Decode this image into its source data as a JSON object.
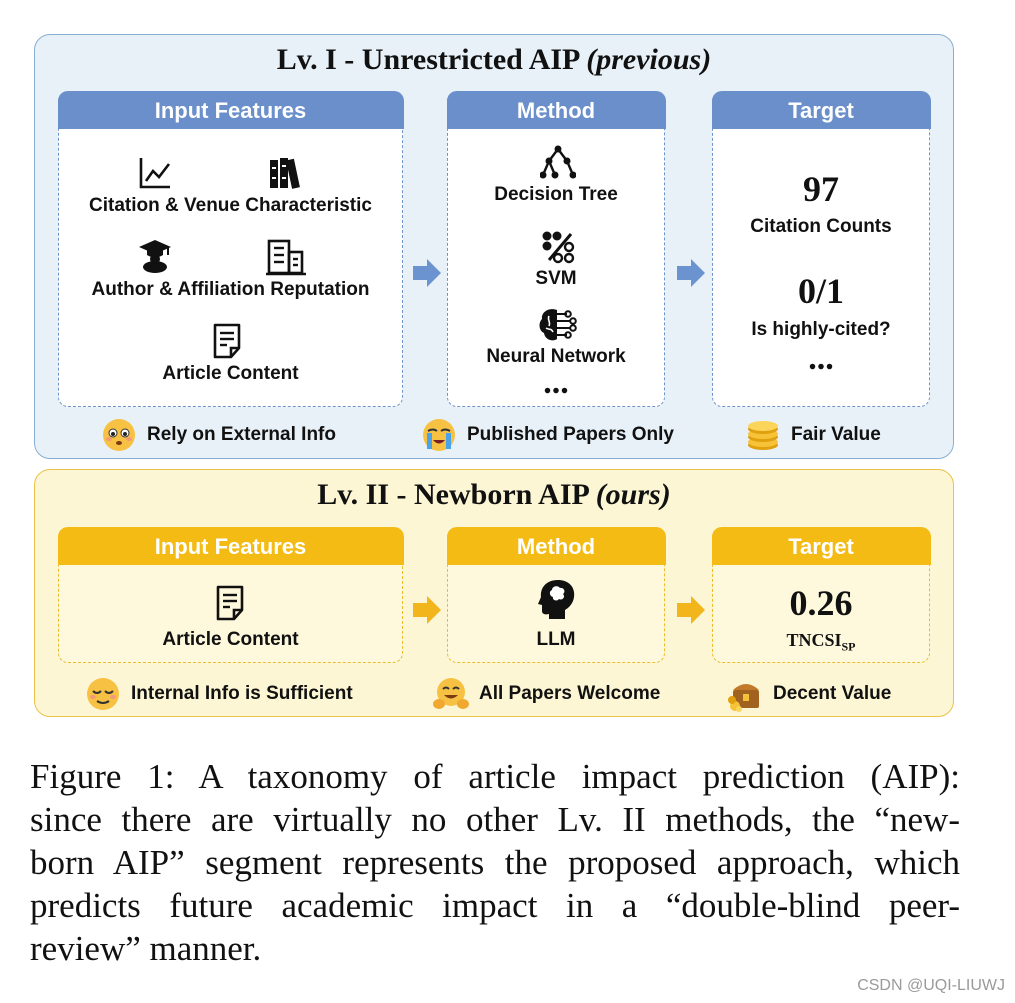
{
  "lv1": {
    "title_main": "Lv. I - Unrestricted AIP ",
    "title_italic": "(previous)",
    "input": {
      "header": "Input Features",
      "items": [
        "Citation & Venue Characteristic",
        "Author & Affiliation Reputation",
        "Article Content"
      ]
    },
    "method": {
      "header": "Method",
      "items": [
        "Decision Tree",
        "SVM",
        "Neural Network"
      ],
      "ellipsis": "..."
    },
    "target": {
      "header": "Target",
      "value1": "97",
      "label1": "Citation Counts",
      "value2": "0/1",
      "label2": "Is highly-cited?",
      "ellipsis": "..."
    },
    "footer": [
      "Rely on External Info",
      "Published Papers Only",
      "Fair Value"
    ]
  },
  "lv2": {
    "title_main": "Lv. II - Newborn AIP ",
    "title_italic": "(ours)",
    "input": {
      "header": "Input Features",
      "item": "Article Content"
    },
    "method": {
      "header": "Method",
      "item": "LLM"
    },
    "target": {
      "header": "Target",
      "value": "0.26",
      "label_main": "TNCSI",
      "label_sub": "SP"
    },
    "footer": [
      "Internal Info is Sufficient",
      "All Papers Welcome",
      "Decent Value"
    ]
  },
  "caption_lines": [
    "Figure 1: A taxonomy of article impact prediction (AIP):",
    "since there are virtually no other Lv. II methods, the “new-",
    "born AIP” segment represents the proposed approach, which",
    "predicts future academic impact in a “double-blind peer-",
    "review” manner."
  ],
  "watermark": "CSDN @UQI-LIUWJ",
  "colors": {
    "blue_header": "#6a8fcb",
    "yellow_header": "#f4bb14",
    "blue_arrow": "#6b93d0",
    "yellow_arrow": "#f2b51c"
  }
}
